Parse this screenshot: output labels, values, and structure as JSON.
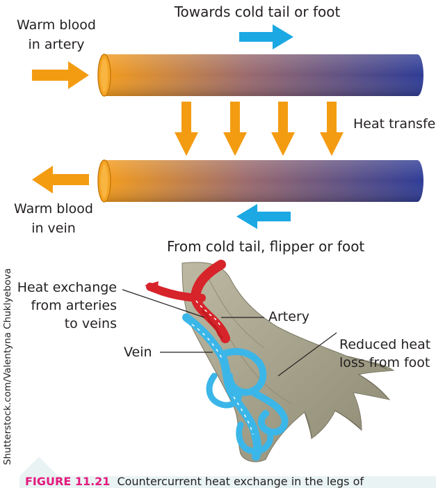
{
  "labels": {
    "top_flow": "Towards cold tail or foot",
    "warm_artery_line1": "Warm blood",
    "warm_artery_line2": "in artery",
    "heat_transfer": "Heat transfer",
    "warm_vein_line1": "Warm blood",
    "warm_vein_line2": "in vein",
    "bottom_flow": "From cold tail, flipper or foot",
    "heat_exchange_line1": "Heat exchange",
    "heat_exchange_line2": "from arteries",
    "heat_exchange_line3": "to veins",
    "artery": "Artery",
    "vein": "Vein",
    "reduced_line1": "Reduced heat",
    "reduced_line2": "loss from foot"
  },
  "credit": "Shutterstock.com/Valentyna Chuklyebova",
  "caption": {
    "label": "FIGURE 11.21",
    "text": "Countercurrent heat exchange in the legs of"
  },
  "colors": {
    "warm": "#f4a01d",
    "cool": "#2e3c96",
    "flow_arrow": "#1ba8e3",
    "heat_arrow": "#f39c12",
    "artery_red": "#d7232a",
    "vein_blue": "#3bb6e8",
    "foot": "#a7a48c",
    "caption_label": "#e3197e",
    "caption_bg": "#e9f3f3"
  },
  "icons": [
    "arrow-right-icon",
    "arrow-left-icon",
    "arrow-down-icon"
  ]
}
